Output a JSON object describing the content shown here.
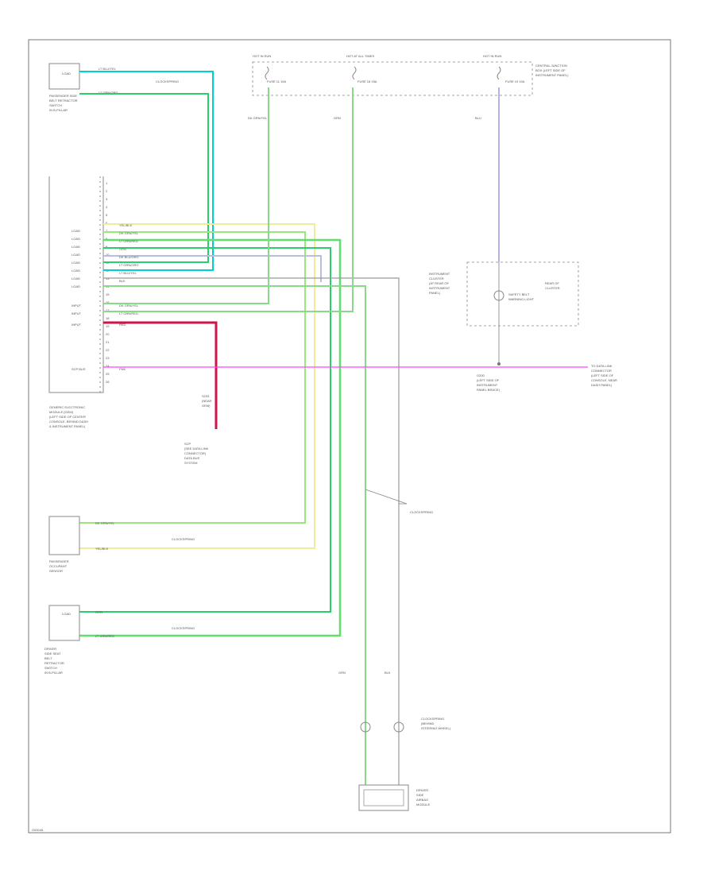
{
  "diagram": {
    "footer_code": "G00045",
    "wire_colors": {
      "lt_blu_yel": "#00cfd0",
      "lt_grn_org": "#27d06a",
      "yel_blk": "#eeee99",
      "dk_grn_yel": "#9be87a",
      "lt_grn_red": "#5ee06a",
      "dk_blu_org": "#b9bde0",
      "blk": "#999999",
      "pnk": "#ff44ff",
      "red": "#d0144a",
      "blu": "#8080e0",
      "grn": "#8ad88a"
    },
    "components": {
      "passenger_belt": {
        "lines": [
          "PASSENGER SIDE",
          "BELT RETRACTOR",
          "SWITCH",
          "IN B-PILLAR"
        ]
      },
      "gem": {
        "lines": [
          "GENERIC ELECTRONIC",
          "MODULE (GEM)",
          "(LEFT SIDE OF CENTER",
          "CONSOLE, BEHIND DASH",
          "& INSTRUMENT PANEL)"
        ]
      },
      "fuse_box": {
        "lines": [
          "CENTRAL JUNCTION",
          "BOX (LEFT SIDE OF",
          "INSTRUMENT PANEL)"
        ]
      },
      "instrument_cluster": {
        "lines": [
          "INSTRUMENT",
          "CLUSTER",
          "(AT REAR OF",
          "INSTRUMENT",
          "PANEL)"
        ]
      },
      "passenger_sensor": {
        "lines": [
          "PASSENGER",
          "OCCUPANT",
          "SENSOR"
        ]
      },
      "driver_belt": {
        "lines": [
          "DRIVER",
          "SIDE SEAT",
          "BELT",
          "RETRACTOR",
          "SWITCH",
          "IN B-PILLAR"
        ]
      },
      "safety_belt_light": {
        "lines": [
          "SAFETY BELT",
          "WARNING LIGHT"
        ]
      },
      "instrument_panel_note": {
        "lines": [
          "REAR OF",
          "CLUSTER"
        ]
      },
      "clockspring": {
        "lines": [
          "CLOCKSPRING",
          "(BEHIND",
          "STEERING WHEEL)"
        ]
      },
      "driver_airbag": {
        "lines": [
          "DRIVER",
          "SIDE",
          "AIRBAG",
          "MODULE"
        ]
      },
      "scp_note": {
        "lines": [
          "SCP",
          "(SEE DATA LINK",
          "CONNECTOR)",
          "DATA BUS",
          "SYSTEM"
        ]
      },
      "dlc_note": {
        "lines": [
          "TO DATA LINK",
          "CONNECTOR",
          "(LEFT SIDE OF",
          "CONSOLE, NEAR",
          "DASH PANEL)"
        ]
      },
      "ground_note": {
        "lines": [
          "G200",
          "(LEFT SIDE OF",
          "INSTRUMENT",
          "PANEL BRACE)"
        ]
      }
    },
    "fuse_labels": [
      "HOT IN RUN",
      "HOT AT ALL TIMES",
      "HOT IN RUN",
      "FUSE 11 15A",
      "FUSE 18 15A",
      "FUSE 19 10A"
    ],
    "gem_pins": [
      "1",
      "2",
      "3",
      "4",
      "5",
      "6",
      "7",
      "8",
      "9",
      "10",
      "11",
      "12",
      "13",
      "14",
      "15",
      "16",
      "17",
      "18",
      "19",
      "20",
      "21",
      "22",
      "23",
      "24",
      "25",
      "26"
    ],
    "gem_left_labels": [
      "LOAD",
      "LOAD",
      "LOAD",
      "LOAD",
      "LOAD",
      "LOAD",
      "LOAD",
      "LOAD",
      "INPUT",
      "INPUT",
      "INPUT",
      "SCP BUS"
    ],
    "wire_labels": [
      "LT BLU/YEL",
      "LT GRN/ORG",
      "YEL/BLK",
      "DK GRN/YEL",
      "LT GRN/RED",
      "LT BLU/YEL",
      "DK BLU/ORG",
      "BLK",
      "PNK",
      "RED",
      "BLU",
      "GRN"
    ],
    "splice_labels": [
      "CLOCKSPRING",
      "CLOCKSPRING",
      "CLOCKSPRING",
      "CLOCKSPRING"
    ]
  }
}
